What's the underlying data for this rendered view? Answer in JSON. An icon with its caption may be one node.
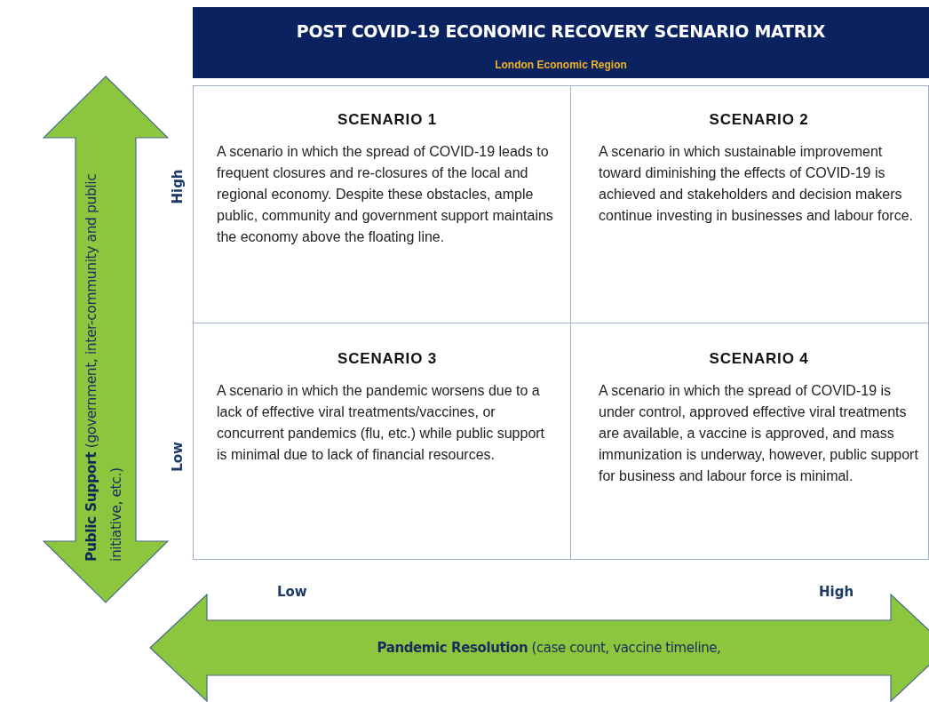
{
  "diagram": {
    "title": "POST COVID-19 ECONOMIC RECOVERY SCENARIO MATRIX",
    "nodes": [
      {
        "text": [
          "SCENARIO 1",
          "A scenario in which the spread of COVID-19 leads to frequent closures and re-closures of the local and regional economy. Despite these obstacles, ample public, community and government support maintains the economy above the floating line."
        ]
      },
      {
        "text": [
          "SCENARIO 2",
          "A scenario in which sustainable improvement toward diminishing the effects of COVID-19 is achieved and stakeholders and decision makers continue investing in businesses and labour force."
        ]
      },
      {
        "text": [
          "SCENARIO 3",
          "A scenario in which the pandemic worsens due to a lack of effective viral treatments/vaccines, or concurrent pandemics (flu, etc.) while public support is minimal due to lack of financial resources."
        ]
      },
      {
        "text": [
          "SCENARIO 4",
          "A scenario in which the spread of COVID-19 is under control, approved effective viral treatments are available, a vaccine is approved, and mass immunization is underway, however, public support for business and labour force is minimal."
        ]
      },
      {
        "text": [
          "**Public Support** (government, inter-community and public initiative, etc.)"
        ]
      },
      {
        "text": [
          "**Pandemic Resolution** (case count, vaccine timeline,"
        ]
      }
    ],
    "labels": [
      "London Economic Region",
      "High",
      "Low",
      "Low",
      "High"
    ]
  }
}
